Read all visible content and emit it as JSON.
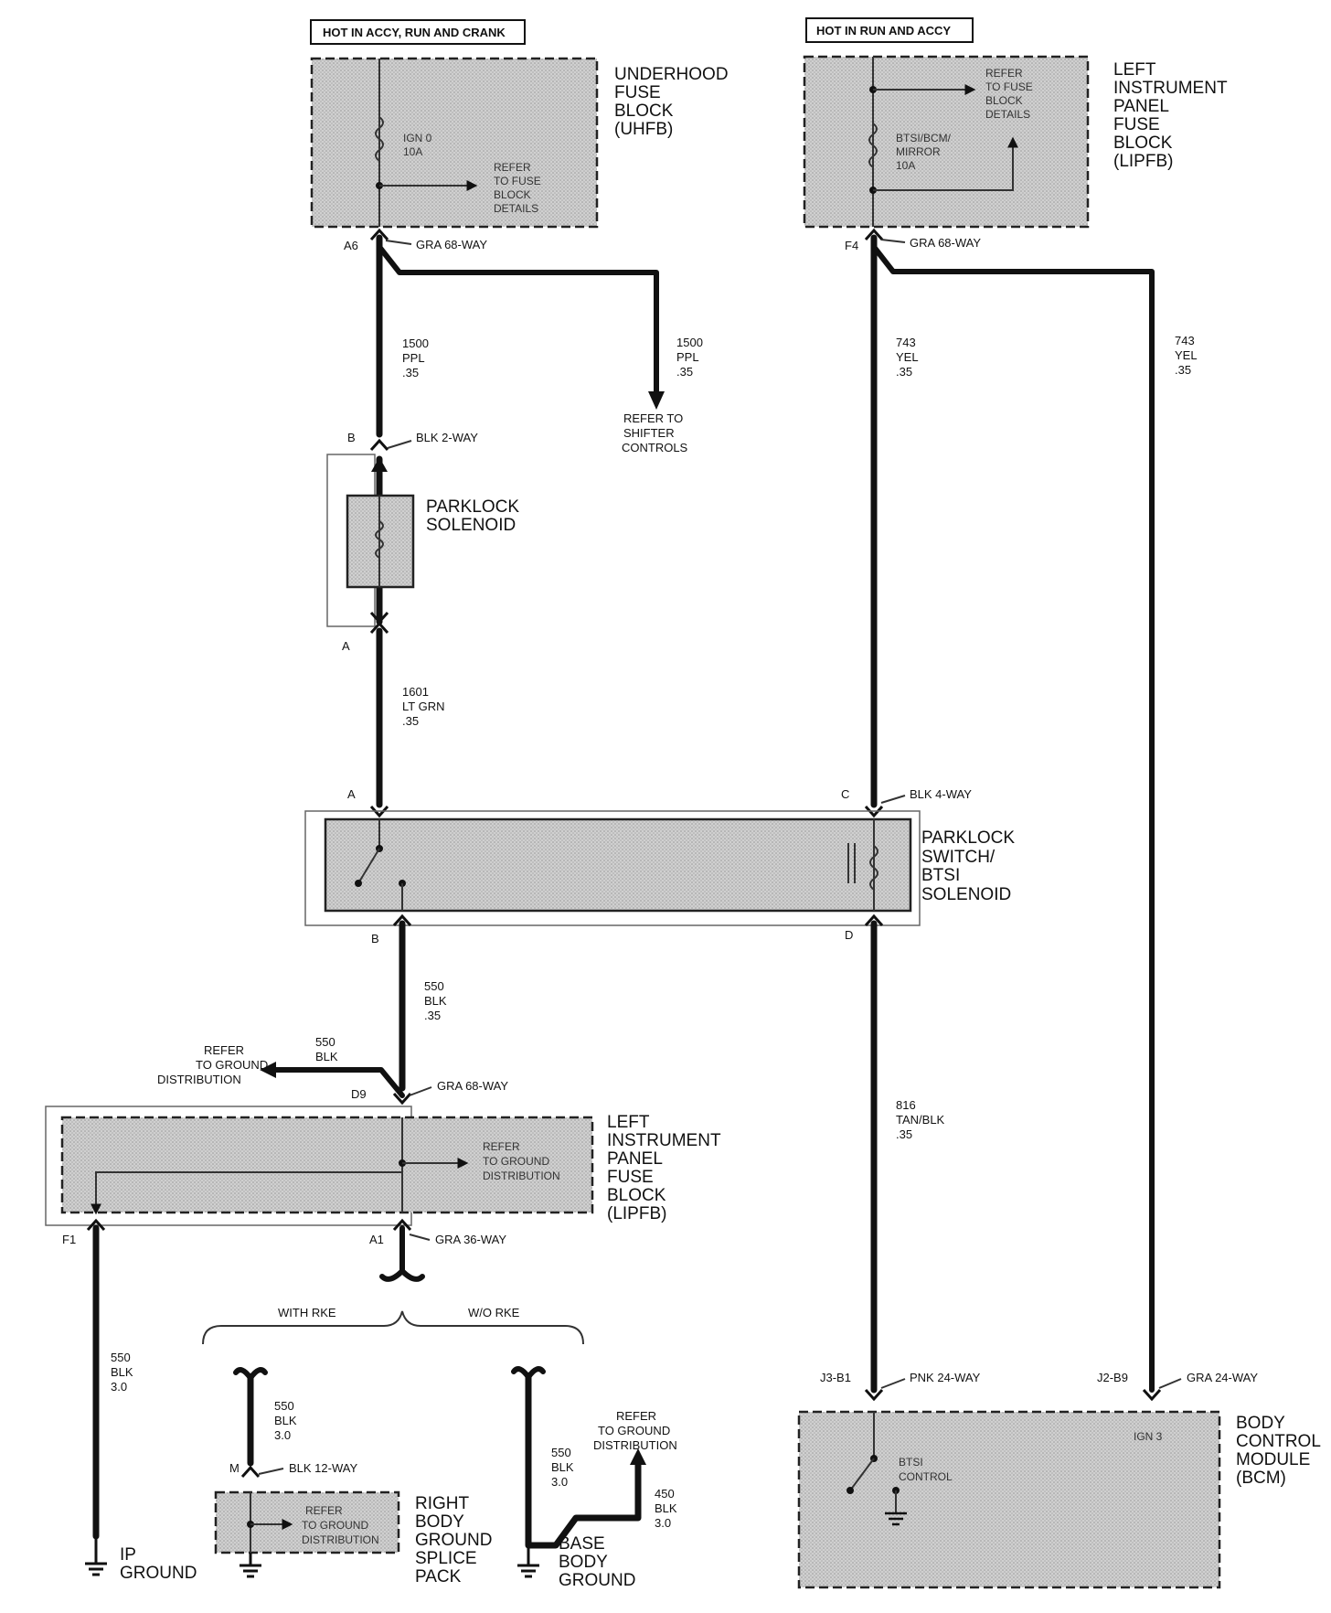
{
  "power": {
    "left_banner": "HOT IN ACCY, RUN AND CRANK",
    "right_banner": "HOT IN RUN AND ACCY"
  },
  "uhfb": {
    "title": [
      "UNDERHOOD",
      "FUSE",
      "BLOCK",
      "(UHFB)"
    ],
    "fuse_label": [
      "IGN 0",
      "10A"
    ],
    "refer": [
      "REFER",
      "TO FUSE",
      "BLOCK",
      "DETAILS"
    ]
  },
  "lipfb_top": {
    "title": [
      "LEFT",
      "INSTRUMENT",
      "PANEL",
      "FUSE",
      "BLOCK",
      "(LIPFB)"
    ],
    "fuse_label": [
      "BTSI/BCM/",
      "MIRROR",
      "10A"
    ],
    "refer": [
      "REFER",
      "TO FUSE",
      "BLOCK",
      "DETAILS"
    ]
  },
  "connectors": {
    "a6": "A6",
    "a6_type": "GRA 68-WAY",
    "f4": "F4",
    "f4_type": "GRA 68-WAY",
    "b_park": "B",
    "b_park_type": "BLK 2-WAY",
    "a_park": "A",
    "sw_a": "A",
    "sw_c": "C",
    "sw_type": "BLK 4-WAY",
    "sw_b": "B",
    "sw_d": "D",
    "d9": "D9",
    "d9_type": "GRA 68-WAY",
    "f1": "F1",
    "a1": "A1",
    "a1_type": "GRA 36-WAY",
    "m": "M",
    "m_type": "BLK 12-WAY",
    "j3": "J3-B1",
    "j3_type": "PNK 24-WAY",
    "j2": "J2-B9",
    "j2_type": "GRA 24-WAY"
  },
  "wires": {
    "w1500_main": [
      "1500",
      "PPL",
      ".35"
    ],
    "w1500_branch": [
      "1500",
      "PPL",
      ".35"
    ],
    "shifter_refer": [
      "REFER TO",
      "SHIFTER",
      "CONTROLS"
    ],
    "w743_main": [
      "743",
      "YEL",
      ".35"
    ],
    "w743_bcm": [
      "743",
      "YEL",
      ".35"
    ],
    "w1601": [
      "1601",
      "LT GRN",
      ".35"
    ],
    "w550_top": [
      "550",
      "BLK",
      ".35"
    ],
    "w550_branch": [
      "550",
      "BLK"
    ],
    "ground_refer": [
      "REFER",
      "TO GROUND",
      "DISTRIBUTION"
    ],
    "w816": [
      "816",
      "TAN/BLK",
      ".35"
    ],
    "w550_ip": [
      "550",
      "BLK",
      "3.0"
    ],
    "w550_rke": [
      "550",
      "BLK",
      "3.0"
    ],
    "w550_worke": [
      "550",
      "BLK",
      "3.0"
    ],
    "w450": [
      "450",
      "BLK",
      "3.0"
    ],
    "base_refer": [
      "REFER",
      "TO GROUND",
      "DISTRIBUTION"
    ]
  },
  "parklock_solenoid": [
    "PARKLOCK",
    "SOLENOID"
  ],
  "parklock_switch": [
    "PARKLOCK",
    "SWITCH/",
    "BTSI",
    "SOLENOID"
  ],
  "lipfb_bottom": {
    "title": [
      "LEFT",
      "INSTRUMENT",
      "PANEL",
      "FUSE",
      "BLOCK",
      "(LIPFB)"
    ],
    "refer": [
      "REFER",
      "TO GROUND",
      "DISTRIBUTION"
    ]
  },
  "rke": {
    "with": "WITH RKE",
    "without": "W/O RKE"
  },
  "grounds": {
    "ip": [
      "IP",
      "GROUND"
    ],
    "right_body": [
      "RIGHT",
      "BODY",
      "GROUND",
      "SPLICE",
      "PACK"
    ],
    "right_body_refer": [
      "REFER",
      "TO GROUND",
      "DISTRIBUTION"
    ],
    "base_body": [
      "BASE",
      "BODY",
      "GROUND"
    ]
  },
  "bcm": {
    "title": [
      "BODY",
      "CONTROL",
      "MODULE",
      "(BCM)"
    ],
    "ign": "IGN 3",
    "inner": [
      "BTSI",
      "CONTROL"
    ]
  }
}
